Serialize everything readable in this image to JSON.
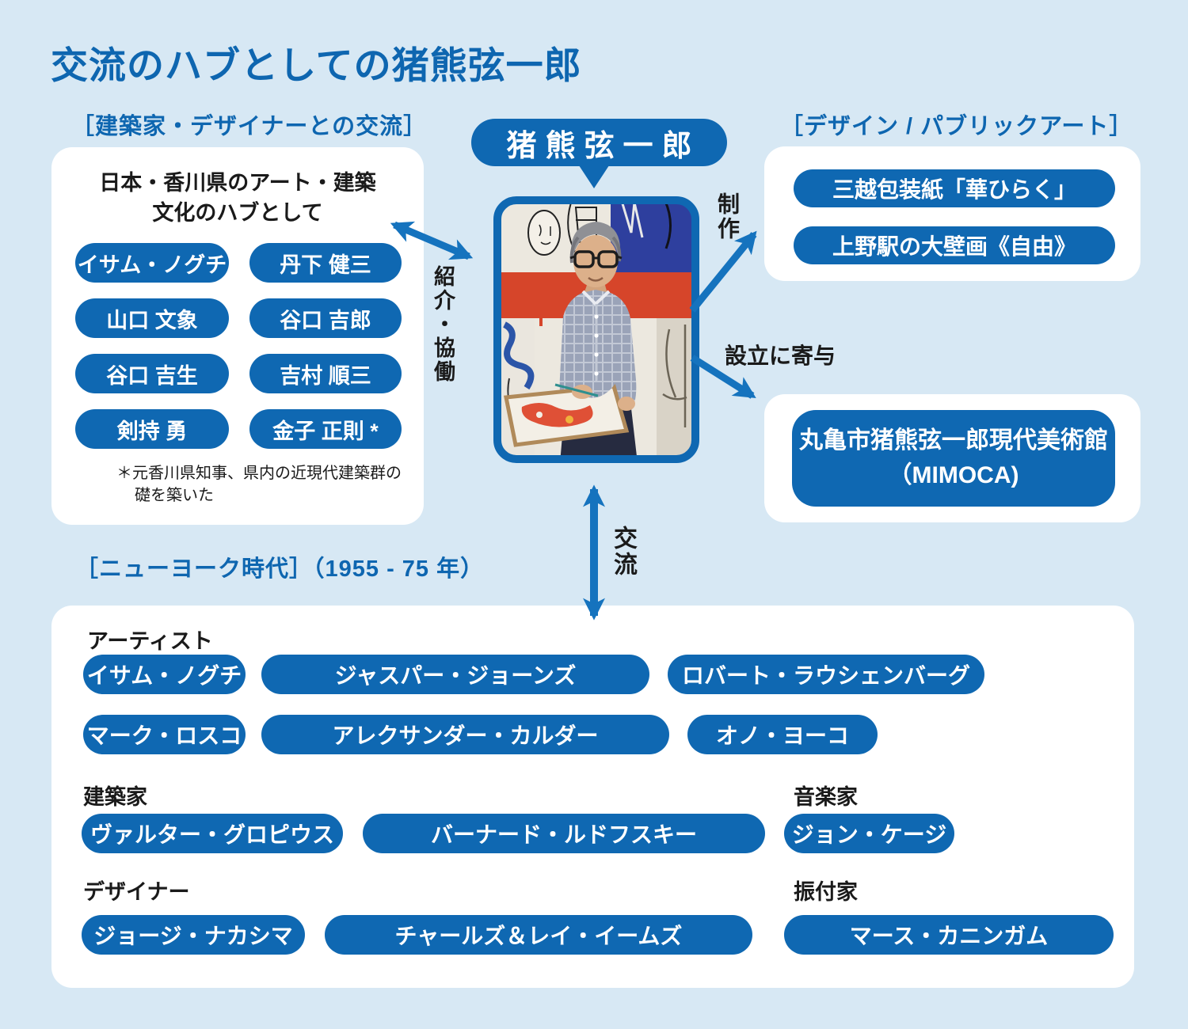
{
  "page": {
    "title": "交流のハブとしての猪熊弦一郎"
  },
  "colors": {
    "background": "#d7e8f4",
    "panel_white": "#ffffff",
    "pill_blue": "#0f68b2",
    "heading_blue": "#0e66b0",
    "arrow_blue": "#1573be",
    "text_black": "#1a1a1a"
  },
  "center": {
    "name": "猪熊弦一郎"
  },
  "architects": {
    "header": "［建築家・デザイナーとの交流］",
    "subtitle_line1": "日本・香川県のアート・建築",
    "subtitle_line2": "文化のハブとして",
    "pills": [
      "イサム・ノグチ",
      "丹下 健三",
      "山口 文象",
      "谷口 吉郎",
      "谷口 吉生",
      "吉村 順三",
      "剣持 勇",
      "金子 正則 *"
    ],
    "footnote_line1": "＊元香川県知事、県内の近現代建築群の",
    "footnote_line2": "礎を築いた"
  },
  "intro_collab_label": "紹介・協働",
  "design": {
    "header": "［デザイン / パブリックアート］",
    "arrow_label": "制作",
    "pills": [
      "三越包装紙「華ひらく」",
      "上野駅の大壁画《自由》"
    ]
  },
  "museum": {
    "arrow_label": "設立に寄与",
    "line1": "丸亀市猪熊弦一郎現代美術館",
    "line2": "（MIMOCA)"
  },
  "exchange_label": "交流",
  "newyork": {
    "header": "［ニューヨーク時代］（1955 - 75 年）",
    "label_artist": "アーティスト",
    "label_architect": "建築家",
    "label_musician": "音楽家",
    "label_designer": "デザイナー",
    "label_choreographer": "振付家",
    "artists_row1": [
      "イサム・ノグチ",
      "ジャスパー・ジョーンズ",
      "ロバート・ラウシェンバーグ"
    ],
    "artists_row2": [
      "マーク・ロスコ",
      "アレクサンダー・カルダー",
      "オノ・ヨーコ"
    ],
    "architects_musicians": [
      "ヴァルター・グロピウス",
      "バーナード・ルドフスキー",
      "ジョン・ケージ"
    ],
    "designers_choreographers": [
      "ジョージ・ナカシマ",
      "チャールズ＆レイ・イームズ",
      "マース・カニンガム"
    ]
  }
}
